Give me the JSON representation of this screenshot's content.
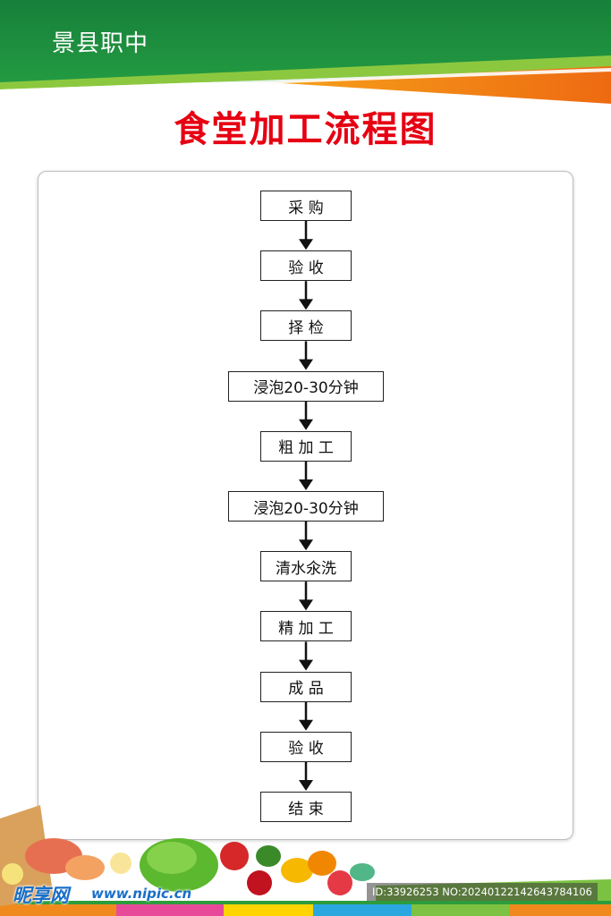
{
  "header": {
    "school_name": "景县职中",
    "title": "食堂加工流程图"
  },
  "flowchart": {
    "steps": [
      "采 购",
      "验 收",
      "择 检",
      "浸泡20-30分钟",
      "粗 加 工",
      "浸泡20-30分钟",
      "清水氽洗",
      "精 加 工",
      "成 品",
      "验 收",
      "结 束"
    ]
  },
  "watermark": {
    "logo": "昵享网",
    "url": "www.nipic.cn",
    "id_text": "ID:33926253 NO:20240122142643784106"
  },
  "colors": {
    "banner_green": "#1f8a3a",
    "banner_light_green": "#7cc242",
    "banner_orange": "#f07c1a",
    "title_red": "#e60012"
  }
}
